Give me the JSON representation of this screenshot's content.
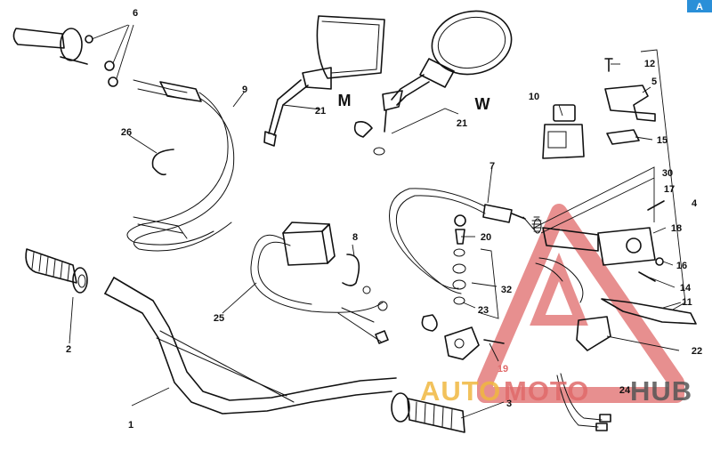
{
  "diagram": {
    "part_labels": {
      "p1": "1",
      "p2": "2",
      "p3": "3",
      "p4": "4",
      "p5": "5",
      "p6": "6",
      "p7": "7",
      "p8": "8",
      "p9": "9",
      "p10": "10",
      "p11": "11",
      "p12": "12",
      "p14": "14",
      "p15": "15",
      "p16": "16",
      "p17": "17",
      "p18": "18",
      "p19": "19",
      "p20": "20",
      "p21a": "21",
      "p21b": "21",
      "p22": "22",
      "p23": "23",
      "p24": "24",
      "p25": "25",
      "p26": "26",
      "p30": "30",
      "p32": "32"
    },
    "mirror_labels": {
      "m": "M",
      "w": "W"
    },
    "corner_badge": "A"
  },
  "watermark": {
    "part1": "AUTO",
    "part2": "MOTO",
    "part3": "HUB"
  },
  "colors": {
    "line": "#111111",
    "watermark_red": "#e06a6a",
    "watermark_gold": "#f0b840",
    "watermark_gray": "#555555",
    "badge_blue": "#2a8fd8"
  }
}
